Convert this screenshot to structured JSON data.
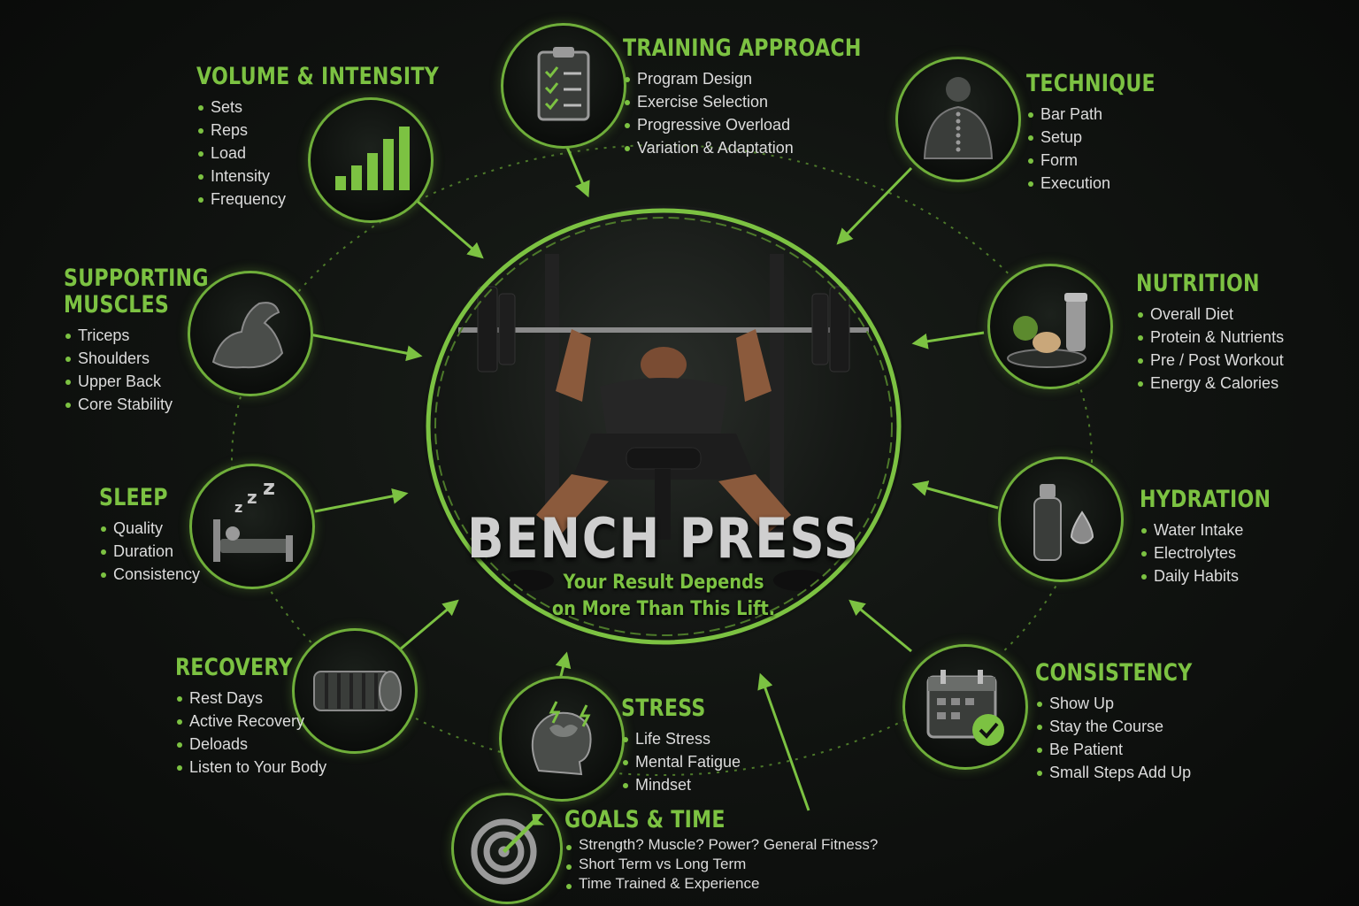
{
  "hub": {
    "title": "BENCH PRESS",
    "subtitle_line1": "Your Result Depends",
    "subtitle_line2": "on More Than This Lift."
  },
  "colors": {
    "accent": "#7cc242",
    "ring": "#6fae3a",
    "background": "#0e110e"
  },
  "factors": [
    {
      "id": "training",
      "icon": "clipboard-icon",
      "title": "TRAINING APPROACH",
      "items": [
        "Program Design",
        "Exercise Selection",
        "Progressive Overload",
        "Variation & Adaptation"
      ]
    },
    {
      "id": "volume",
      "icon": "bar-chart-icon",
      "title": "VOLUME & INTENSITY",
      "items": [
        "Sets",
        "Reps",
        "Load",
        "Intensity",
        "Frequency"
      ]
    },
    {
      "id": "technique",
      "icon": "spine-icon",
      "title": "TECHNIQUE",
      "items": [
        "Bar Path",
        "Setup",
        "Form",
        "Execution"
      ]
    },
    {
      "id": "supporting",
      "icon": "flexed-arm-icon",
      "title_line1": "SUPPORTING",
      "title_line2": "MUSCLES",
      "items": [
        "Triceps",
        "Shoulders",
        "Upper Back",
        "Core Stability"
      ]
    },
    {
      "id": "nutrition",
      "icon": "food-plate-icon",
      "title": "NUTRITION",
      "items": [
        "Overall Diet",
        "Protein & Nutrients",
        "Pre / Post Workout",
        "Energy & Calories"
      ]
    },
    {
      "id": "sleep",
      "icon": "bed-icon",
      "title": "SLEEP",
      "items": [
        "Quality",
        "Duration",
        "Consistency"
      ]
    },
    {
      "id": "hydration",
      "icon": "water-bottle-icon",
      "title": "HYDRATION",
      "items": [
        "Water Intake",
        "Electrolytes",
        "Daily Habits"
      ]
    },
    {
      "id": "recovery",
      "icon": "foam-roller-icon",
      "title": "RECOVERY",
      "items": [
        "Rest Days",
        "Active Recovery",
        "Deloads",
        "Listen to Your Body"
      ]
    },
    {
      "id": "consistency",
      "icon": "calendar-check-icon",
      "title": "CONSISTENCY",
      "items": [
        "Show Up",
        "Stay the Course",
        "Be Patient",
        "Small Steps Add Up"
      ]
    },
    {
      "id": "stress",
      "icon": "stressed-head-icon",
      "title": "STRESS",
      "items": [
        "Life Stress",
        "Mental Fatigue",
        "Mindset"
      ]
    },
    {
      "id": "goals",
      "icon": "target-icon",
      "title": "GOALS & TIME",
      "items": [
        "Strength? Muscle? Power? General Fitness?",
        "Short Term vs Long Term",
        "Time Trained & Experience"
      ]
    }
  ]
}
